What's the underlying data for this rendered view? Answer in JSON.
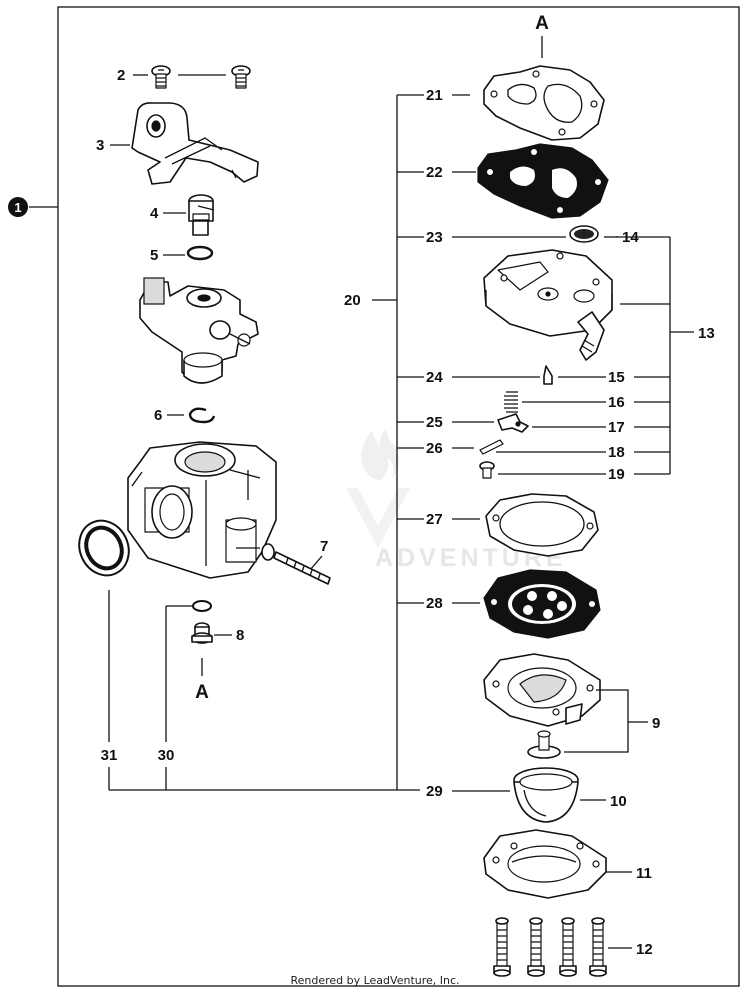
{
  "callouts": {
    "n1": "1",
    "n2": "2",
    "n3": "3",
    "n4": "4",
    "n5": "5",
    "n6": "6",
    "n7": "7",
    "n8": "8",
    "n9": "9",
    "n10": "10",
    "n11": "11",
    "n12": "12",
    "n13": "13",
    "n14": "14",
    "n15": "15",
    "n16": "16",
    "n17": "17",
    "n18": "18",
    "n19": "19",
    "n20": "20",
    "n21": "21",
    "n22": "22",
    "n23": "23",
    "n24": "24",
    "n25": "25",
    "n26": "26",
    "n27": "27",
    "n28": "28",
    "n29": "29",
    "n30": "30",
    "n31": "31"
  },
  "reference_marks": {
    "top": "A",
    "bottom": "A"
  },
  "watermark": "ADVENTURE",
  "footer": "Rendered by LeadVenture, Inc."
}
